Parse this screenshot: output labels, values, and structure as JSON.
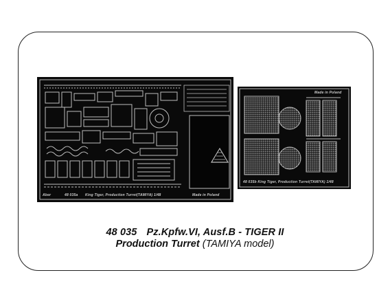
{
  "product": {
    "code": "48 035",
    "title": "Pz.Kpfw.VI, Ausf.B - TIGER II",
    "subtitle_main": "Production Turret",
    "subtitle_paren": "(TAMIYA model)"
  },
  "left_sheet": {
    "brand": "Aber",
    "bottom_code": "48 035a",
    "bottom_text": "King Tiger, Production Turret(TAMIYA) 1/48",
    "corner_text": "Made in Poland"
  },
  "right_sheet": {
    "bottom_text": "48 035b  King Tiger, Production Turret(TAMIYA) 1/48",
    "corner_text": "Made in Poland"
  },
  "colors": {
    "sheet": "#0a0a0a",
    "metal": "#bdbdbd",
    "frame": "#222222"
  }
}
